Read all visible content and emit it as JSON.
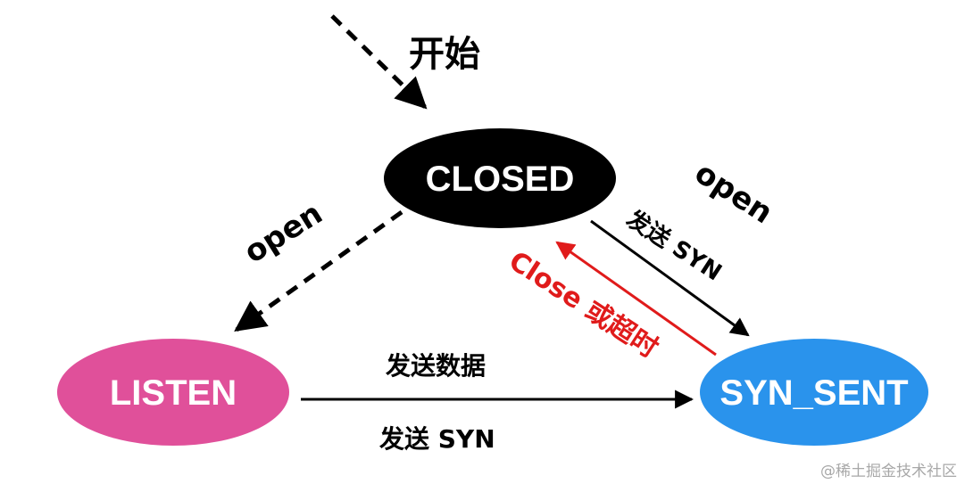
{
  "nodes": {
    "closed": {
      "label": "CLOSED",
      "color": "#000000"
    },
    "listen": {
      "label": "LISTEN",
      "color": "#e0509a"
    },
    "syn_sent": {
      "label": "SYN_SENT",
      "color": "#2a93ec"
    }
  },
  "edges": {
    "start": {
      "label": "开始",
      "style": "dashed"
    },
    "closed_to_listen": {
      "label": "open",
      "style": "dashed"
    },
    "closed_to_syn_sent": {
      "label_top": "open",
      "label_bottom": "发送 SYN",
      "style": "solid"
    },
    "syn_sent_to_closed": {
      "label": "Close 或超时",
      "style": "solid",
      "color": "#e01b1b"
    },
    "listen_to_syn_sent": {
      "label_top": "发送数据",
      "label_bottom": "发送 SYN",
      "style": "solid"
    }
  },
  "watermark": "@稀土掘金技术社区"
}
